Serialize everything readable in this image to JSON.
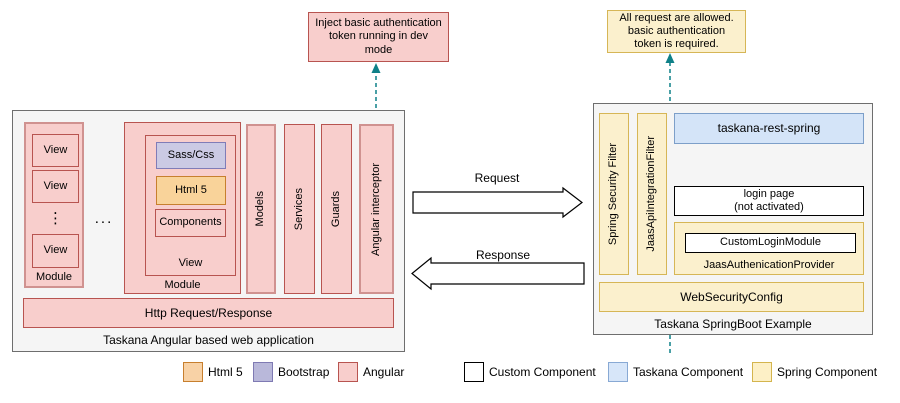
{
  "notes": {
    "dev_token": "Inject basic authentication\ntoken running in dev\nmode",
    "auth_required": "All request are allowed.\nbasic authentication\ntoken is required."
  },
  "angular_app": {
    "title": "Taskana Angular based web application",
    "module_list": {
      "label": "Module",
      "views": [
        "View",
        "View",
        "View"
      ],
      "vertical_ellipsis": "⋮"
    },
    "ellipsis": "...",
    "module_detail": {
      "label": "Module",
      "view": {
        "label": "View",
        "sass": "Sass/Css",
        "html5": "Html 5",
        "components": "Components"
      }
    },
    "pillars": [
      "Models",
      "Services",
      "Guards",
      "Angular interceptor"
    ],
    "http_bar": "Http Request/Response"
  },
  "flows": {
    "request": "Request",
    "response": "Response"
  },
  "springboot_app": {
    "title": "Taskana SpringBoot Example",
    "filters": [
      "Spring Security Filter",
      "JaasApiIntegrationFilter"
    ],
    "rest": "taskana-rest-spring",
    "login_page": "login page\n(not activated)",
    "provider": {
      "label": "JaasAuthenicationProvider",
      "module": "CustomLoginModule"
    },
    "web_security": "WebSecurityConfig"
  },
  "legend": [
    {
      "label": "Html 5",
      "fill": "#f8d2a6",
      "border": "#c77f2e"
    },
    {
      "label": "Bootstrap",
      "fill": "#b9b8da",
      "border": "#7f7ab3"
    },
    {
      "label": "Angular",
      "fill": "#f8cecc",
      "border": "#b85450"
    },
    {
      "label": "Custom Component",
      "fill": "#ffffff",
      "border": "#000000"
    },
    {
      "label": "Taskana Component",
      "fill": "#d7e6f9",
      "border": "#88a9d4"
    },
    {
      "label": "Spring Component",
      "fill": "#fdf0c6",
      "border": "#d4b54e"
    }
  ],
  "colors": {
    "angular_fill": "#f8cecc",
    "angular_stroke": "#b85450",
    "spring_fill": "#fbf0cd",
    "spring_stroke": "#d6b656",
    "taskana_fill": "#d4e4f8",
    "taskana_stroke": "#7d9fc9",
    "bootstrap_fill": "#cbcae4",
    "bootstrap_stroke": "#807cb7",
    "html5_fill": "#f9d39a",
    "html5_stroke": "#c77f2e",
    "container_fill": "#f5f5f5",
    "container_stroke": "#6e6e6e",
    "dashed_line": "#0e8088"
  }
}
